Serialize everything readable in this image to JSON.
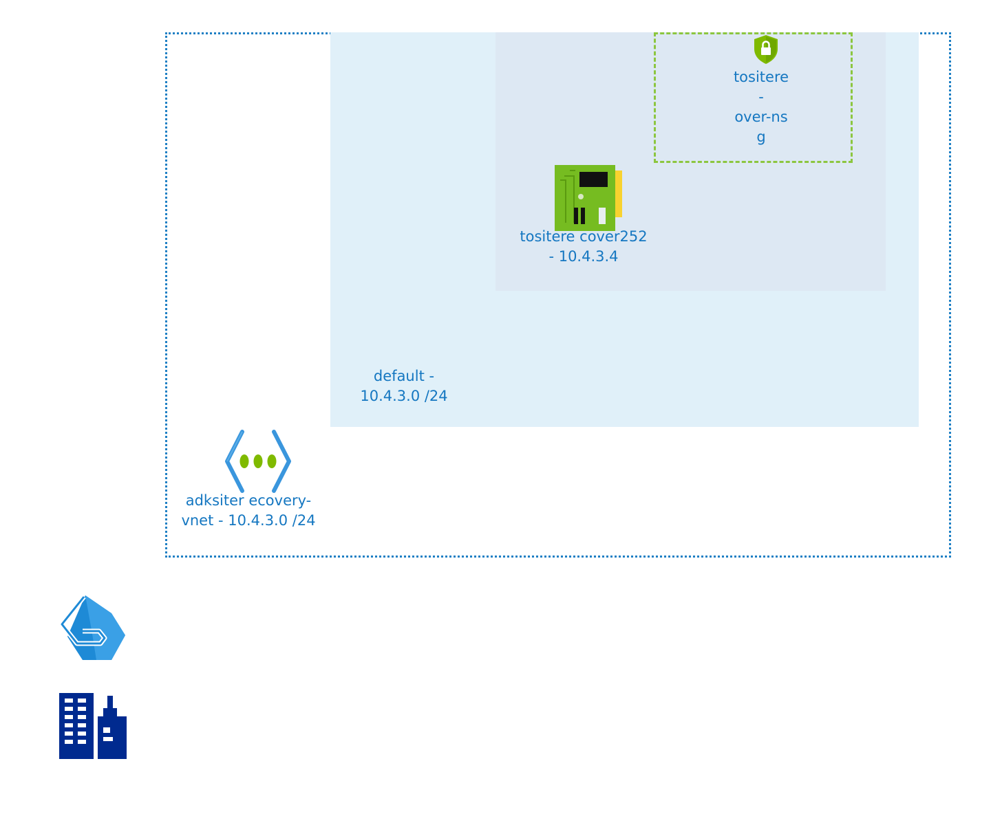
{
  "vnet": {
    "label_line1": "adksiter ecovery-",
    "label_line2": "vnet - 10.4.3.0 /24",
    "icon": "virtual-network-icon"
  },
  "subnet": {
    "label_line1": "default -",
    "label_line2": "10.4.3.0 /24"
  },
  "nic": {
    "label_line1": "tositere cover252",
    "label_line2": "- 10.4.3.4",
    "icon": "network-interface-icon"
  },
  "nsg": {
    "label_line1": "tositere",
    "label_line2": "-",
    "label_line3": "over-ns",
    "label_line4": "g",
    "icon": "shield-lock-icon"
  },
  "legend": {
    "icons": [
      "resource-group-icon",
      "buildings-icon"
    ]
  },
  "colors": {
    "text": "#1577c1",
    "vnet_border": "#1d7fc4",
    "subnet_fill": "#e0f0f9",
    "nic_area_fill": "#dde8f3",
    "nsg_border": "#8cc63f",
    "green": "#7fba00",
    "navy": "#002a8f"
  }
}
